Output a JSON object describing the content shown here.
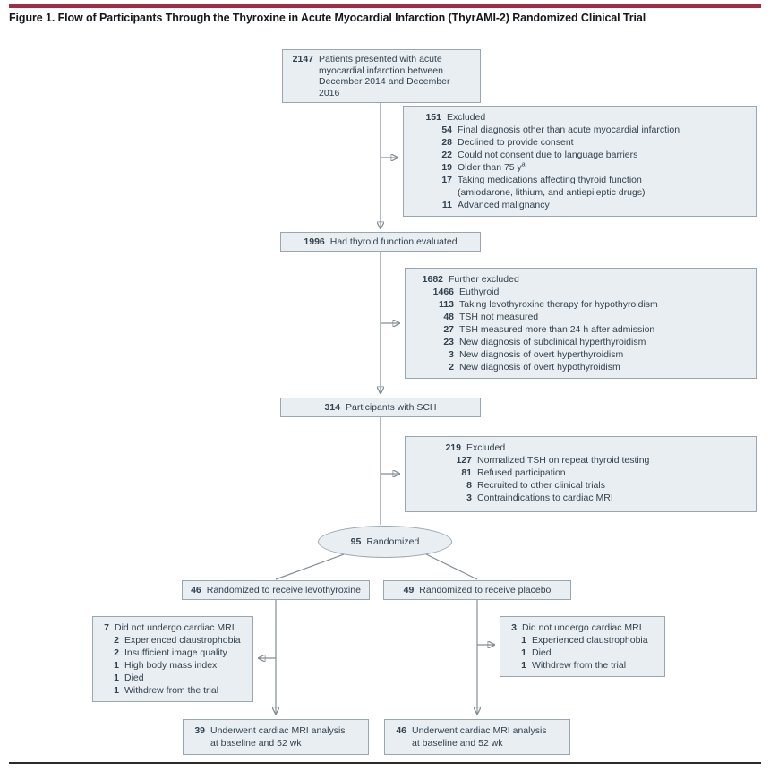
{
  "figure": {
    "title": "Figure 1. Flow of Participants Through the Thyroxine in Acute Myocardial Infarction (ThyrAMI-2) Randomized Clinical Trial"
  },
  "colors": {
    "accent": "#A02C45",
    "boxFill": "#E8EEF2",
    "boxBorder": "#9AA5AE",
    "text": "#33424E",
    "line": "#838D95"
  },
  "nodes": {
    "presented": {
      "rows": [
        {
          "n": "2147",
          "text": [
            "Patients presented with acute",
            "myocardial infarction between",
            "December 2014 and December 2016"
          ],
          "level": 0
        }
      ]
    },
    "excl151": {
      "rows": [
        {
          "n": "151",
          "text": "Excluded",
          "level": 0
        },
        {
          "n": "54",
          "text": "Final diagnosis other than acute myocardial infarction",
          "level": 1
        },
        {
          "n": "28",
          "text": "Declined to provide consent",
          "level": 1
        },
        {
          "n": "22",
          "text": "Could not consent due to language barriers",
          "level": 1
        },
        {
          "n": "19",
          "text": "Older than 75 y",
          "sup": "a",
          "level": 1
        },
        {
          "n": "17",
          "text": [
            "Taking medications affecting thyroid function",
            "(amiodarone, lithium, and antiepileptic drugs)"
          ],
          "level": 1
        },
        {
          "n": "11",
          "text": "Advanced malignancy",
          "level": 1
        }
      ]
    },
    "evaluated": {
      "rows": [
        {
          "n": "1996",
          "text": "Had thyroid function evaluated",
          "level": 0
        }
      ]
    },
    "excl1682": {
      "rows": [
        {
          "n": "1682",
          "text": "Further excluded",
          "level": 0
        },
        {
          "n": "1466",
          "text": "Euthyroid",
          "level": 1
        },
        {
          "n": "113",
          "text": "Taking levothyroxine therapy for hypothyroidism",
          "level": 1
        },
        {
          "n": "48",
          "text": "TSH not measured",
          "level": 1
        },
        {
          "n": "27",
          "text": "TSH measured more than 24 h after admission",
          "level": 1
        },
        {
          "n": "23",
          "text": "New diagnosis of subclinical hyperthyroidism",
          "level": 1
        },
        {
          "n": "3",
          "text": "New diagnosis of overt hyperthyroidism",
          "level": 1
        },
        {
          "n": "2",
          "text": "New diagnosis of overt hypothyroidism",
          "level": 1
        }
      ]
    },
    "sch": {
      "rows": [
        {
          "n": "314",
          "text": "Participants with SCH",
          "level": 0
        }
      ]
    },
    "excl219": {
      "rows": [
        {
          "n": "219",
          "text": "Excluded",
          "level": 0
        },
        {
          "n": "127",
          "text": "Normalized TSH on repeat thyroid testing",
          "level": 1
        },
        {
          "n": "81",
          "text": "Refused participation",
          "level": 1
        },
        {
          "n": "8",
          "text": "Recruited to other clinical trials",
          "level": 1
        },
        {
          "n": "3",
          "text": "Contraindications to cardiac MRI",
          "level": 1
        }
      ]
    },
    "randomized": {
      "rows": [
        {
          "n": "95",
          "text": "Randomized",
          "level": 0
        }
      ]
    },
    "armLevo": {
      "rows": [
        {
          "n": "46",
          "text": "Randomized to receive levothyroxine",
          "level": 0
        }
      ]
    },
    "armPlacebo": {
      "rows": [
        {
          "n": "49",
          "text": "Randomized to receive placebo",
          "level": 0
        }
      ]
    },
    "noMriLevo": {
      "rows": [
        {
          "n": "7",
          "text": "Did not undergo cardiac MRI",
          "level": 0
        },
        {
          "n": "2",
          "text": "Experienced claustrophobia",
          "level": 1
        },
        {
          "n": "2",
          "text": "Insufficient image quality",
          "level": 1
        },
        {
          "n": "1",
          "text": "High body mass index",
          "level": 1
        },
        {
          "n": "1",
          "text": "Died",
          "level": 1
        },
        {
          "n": "1",
          "text": "Withdrew from the trial",
          "level": 1
        }
      ]
    },
    "noMriPlacebo": {
      "rows": [
        {
          "n": "3",
          "text": "Did not undergo cardiac MRI",
          "level": 0
        },
        {
          "n": "1",
          "text": "Experienced claustrophobia",
          "level": 1
        },
        {
          "n": "1",
          "text": "Died",
          "level": 1
        },
        {
          "n": "1",
          "text": "Withdrew from the trial",
          "level": 1
        }
      ]
    },
    "mriLevo": {
      "rows": [
        {
          "n": "39",
          "text": [
            "Underwent cardiac MRI analysis",
            "at baseline and 52 wk"
          ],
          "level": 0
        }
      ]
    },
    "mriPlacebo": {
      "rows": [
        {
          "n": "46",
          "text": [
            "Underwent cardiac MRI analysis",
            "at baseline and 52 wk"
          ],
          "level": 0
        }
      ]
    }
  }
}
